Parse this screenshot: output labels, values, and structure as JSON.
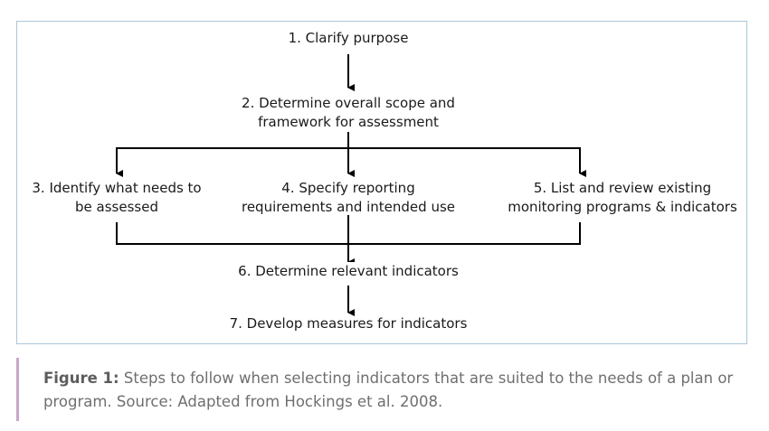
{
  "diagram": {
    "steps": {
      "s1": "1. Clarify purpose",
      "s2_line1": "2. Determine overall scope and",
      "s2_line2": "framework for assessment",
      "s3_line1": "3. Identify what needs to",
      "s3_line2": "be assessed",
      "s4_line1": "4. Specify reporting",
      "s4_line2": "requirements and intended use",
      "s5_line1": "5. List and review existing",
      "s5_line2": "monitoring programs & indicators",
      "s6": "6. Determine relevant indicators",
      "s7": "7. Develop measures for indicators"
    },
    "colors": {
      "border": "#a9c6d8",
      "line": "#000000"
    }
  },
  "caption": {
    "label": "Figure 1:",
    "text": " Steps to follow when selecting indicators that are suited to the needs of a plan or program. Source: Adapted from Hockings et al. 2008."
  }
}
